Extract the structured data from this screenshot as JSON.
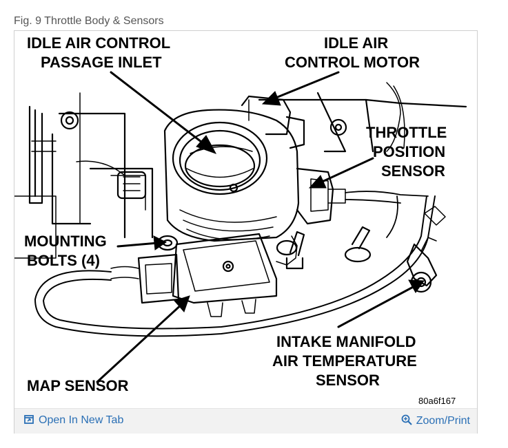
{
  "caption": "Fig. 9 Throttle Body & Sensors",
  "labels": {
    "iac_passage_1": "IDLE AIR CONTROL",
    "iac_passage_2": "PASSAGE INLET",
    "iac_motor_1": "IDLE AIR",
    "iac_motor_2": "CONTROL MOTOR",
    "tps_1": "THROTTLE",
    "tps_2": "POSITION",
    "tps_3": "SENSOR",
    "bolts_1": "MOUNTING",
    "bolts_2": "BOLTS (4)",
    "iat_1": "INTAKE MANIFOLD",
    "iat_2": "AIR TEMPERATURE",
    "iat_3": "SENSOR",
    "map": "MAP SENSOR"
  },
  "figure_id": "80a6f167",
  "footer": {
    "open_tab": "Open In New Tab",
    "zoom_print": "Zoom/Print",
    "link_color": "#2a6fb5"
  },
  "icons": [
    "open-in-new-tab-icon",
    "zoom-icon"
  ]
}
